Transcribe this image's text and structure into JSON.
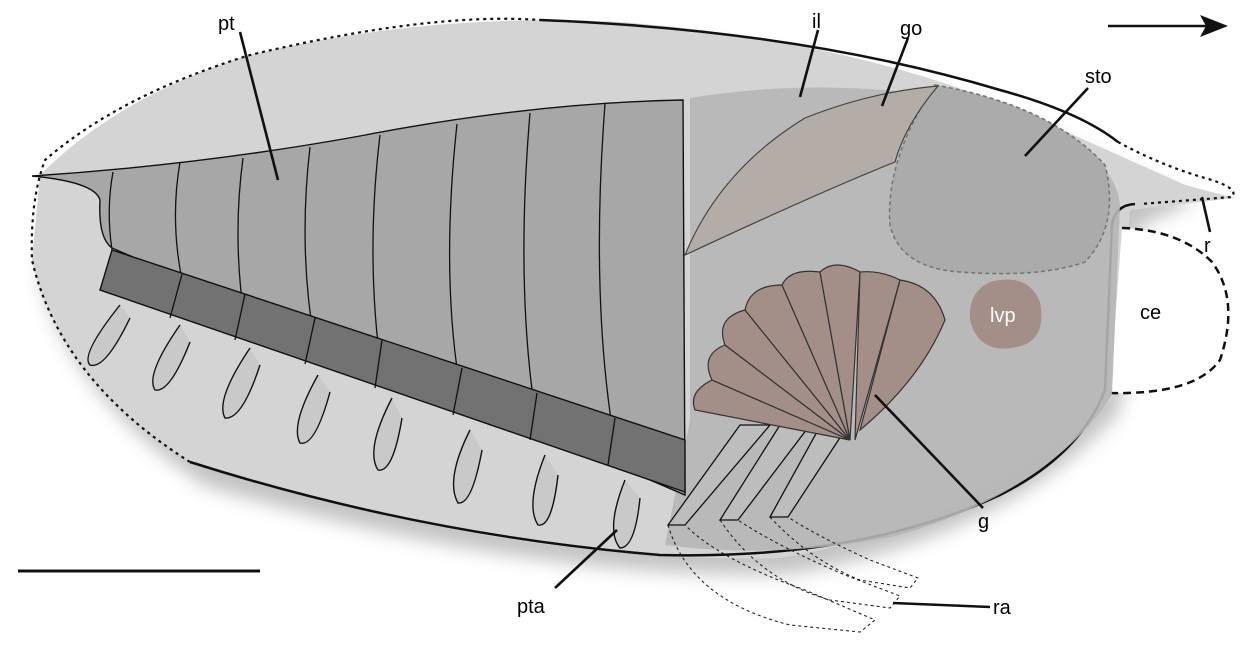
{
  "labels": {
    "pt": "pt",
    "il": "il",
    "go": "go",
    "sto": "sto",
    "r": "r",
    "ce": "ce",
    "lvp": "lvp",
    "g": "g",
    "ra": "ra",
    "pta": "pta"
  },
  "colors": {
    "carapace": "#d4d4d4",
    "body": "#b5b5b5",
    "trunk": "#a7a7a7",
    "pleural_band": "#727272",
    "organ_brown": "#a38f88",
    "gonad": "#b3aca7",
    "outline": "#111111"
  },
  "icons": {
    "orientation": "right-arrow-icon"
  }
}
